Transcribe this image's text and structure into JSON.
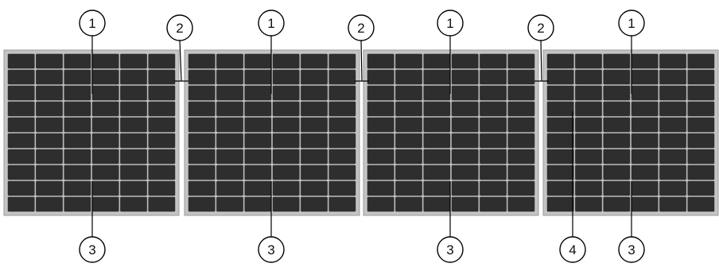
{
  "diagram": {
    "panel_count": 4,
    "cell_rows": 10,
    "cell_cols": 6,
    "colors": {
      "frame": "#c4c4c4",
      "cell": "#2e2e2e",
      "grid_line": "#bdbdbd",
      "callout_line": "#000000",
      "callout_circle_fill": "#ffffff"
    },
    "labels": {
      "panel_top": "1",
      "gap": "2",
      "panel_bottom": "3",
      "panel_edge": "4"
    }
  }
}
